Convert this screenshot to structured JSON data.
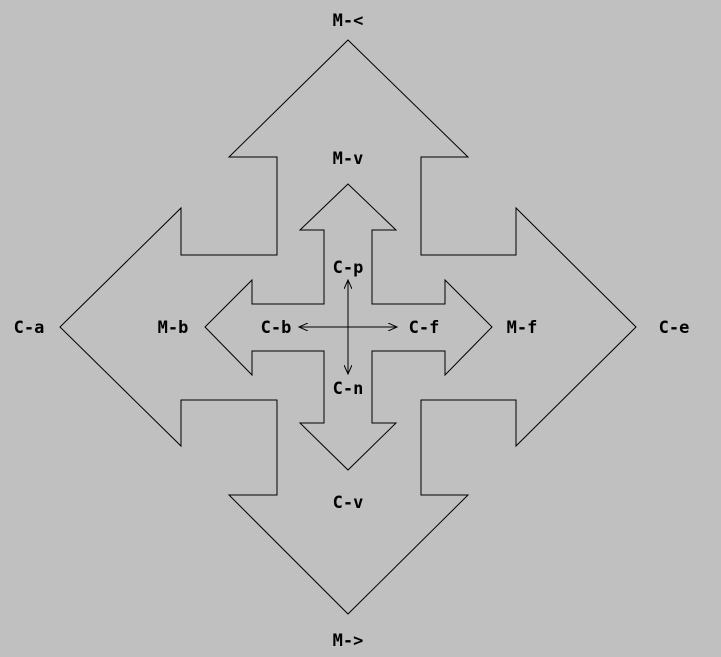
{
  "title": "Emacs cursor movement keys",
  "colors": {
    "background": "#c0c0c0",
    "stroke": "#000000"
  },
  "labels": {
    "beginning_of_buffer": "M-<",
    "scroll_down": "M-v",
    "previous_line": "C-p",
    "backward_char": "C-b",
    "forward_char": "C-f",
    "backward_word": "M-b",
    "forward_word": "M-f",
    "beginning_of_line": "C-a",
    "end_of_line": "C-e",
    "next_line": "C-n",
    "scroll_up": "C-v",
    "end_of_buffer": "M->"
  }
}
